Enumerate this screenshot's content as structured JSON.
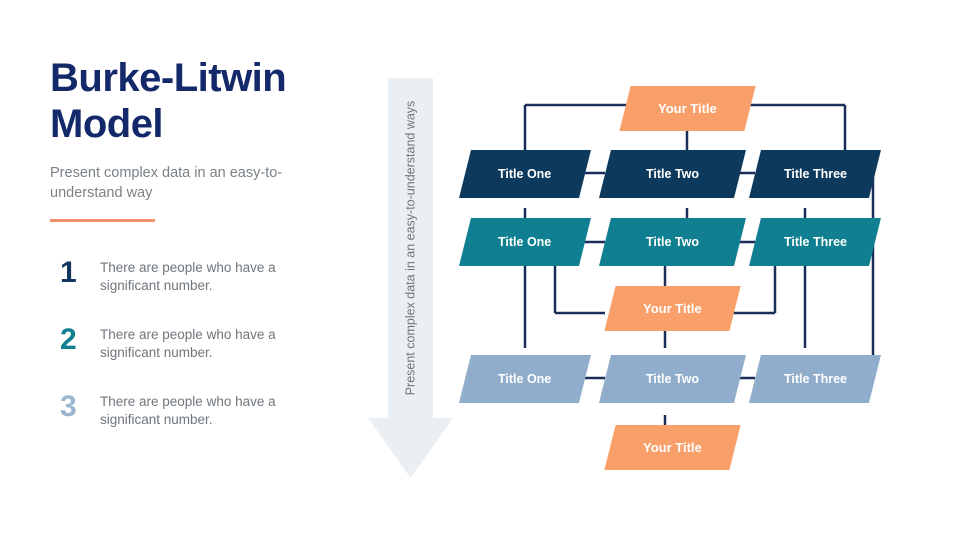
{
  "slide": {
    "title": "Burke-Litwin Model",
    "subtitle": "Present complex data in an easy-to-understand way",
    "accent_color": "#f4906a"
  },
  "points": [
    {
      "number": "1",
      "text": "There are people who have a significant number.",
      "color": "#11355c"
    },
    {
      "number": "2",
      "text": "There are people who have a significant number.",
      "color": "#0f7f91"
    },
    {
      "number": "3",
      "text": "There are people who have a significant number.",
      "color": "#9ab5d0"
    }
  ],
  "arrow": {
    "label": "Present complex data in an easy-to-understand ways",
    "fill": "#eaeff3"
  },
  "diagram": {
    "colors": {
      "navy": "#0d3a5c",
      "teal": "#0f7f91",
      "light_blue": "#90aecb",
      "orange": "#f99f6a",
      "connector": "#1b2e5a"
    },
    "nodes": {
      "top_orange": "Your Title",
      "middle_orange": "Your Title",
      "bottom_orange": "Your Title",
      "navy_row": [
        "Title One",
        "Title Two",
        "Title Three"
      ],
      "teal_row": [
        "Title One",
        "Title Two",
        "Title Three"
      ],
      "light_blue_row": [
        "Title One",
        "Title Two",
        "Title Three"
      ]
    }
  }
}
